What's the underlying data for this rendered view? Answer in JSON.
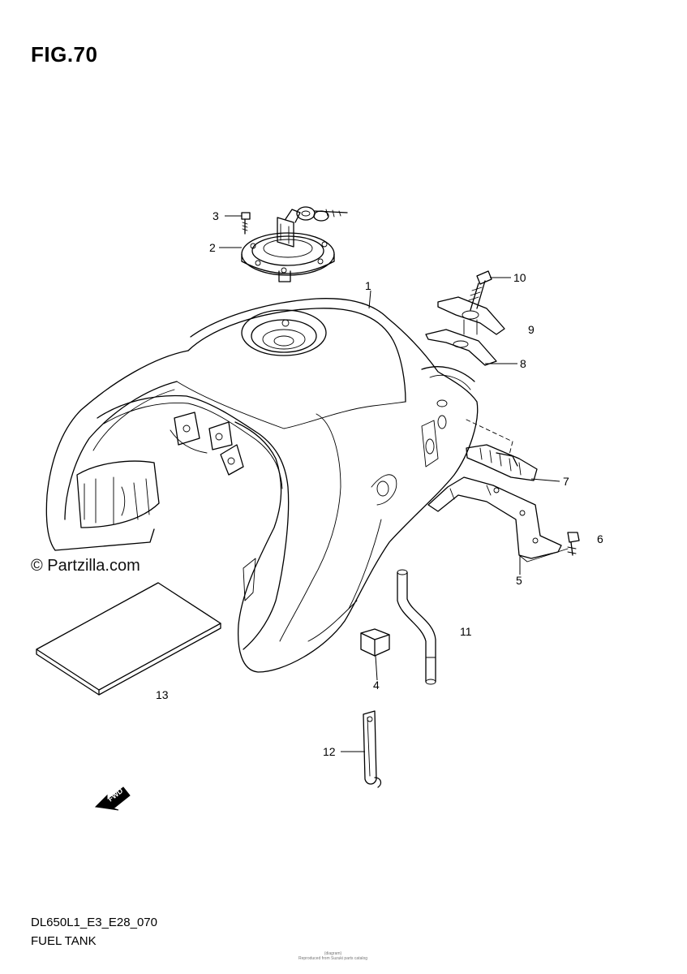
{
  "figure": {
    "title": "FIG.70",
    "model_code": "DL650L1_E3_E28_070",
    "caption": "FUEL TANK",
    "watermark": "© Partzilla.com",
    "footer_small": [
      "(diagram)",
      "Reproduced from Suzuki parts catalog"
    ]
  },
  "callouts": [
    {
      "num": "1",
      "part": "fuel-tank"
    },
    {
      "num": "2",
      "part": "fuel-cap-assembly"
    },
    {
      "num": "3",
      "part": "cap-screw"
    },
    {
      "num": "4",
      "part": "cushion"
    },
    {
      "num": "5",
      "part": "rear-bracket"
    },
    {
      "num": "6",
      "part": "bolt"
    },
    {
      "num": "7",
      "part": "rear-cushion"
    },
    {
      "num": "8",
      "part": "gasket"
    },
    {
      "num": "9",
      "part": "rear-mount-plate"
    },
    {
      "num": "10",
      "part": "mount-bolt"
    },
    {
      "num": "11",
      "part": "breather-hose"
    },
    {
      "num": "12",
      "part": "hose-clamp"
    },
    {
      "num": "13",
      "part": "label-sheet"
    }
  ],
  "fwd_label": "FWD"
}
